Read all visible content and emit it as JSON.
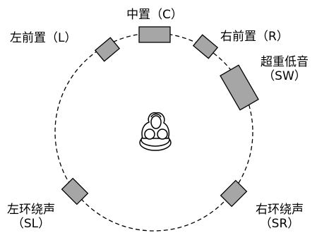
{
  "speakers": {
    "center": {
      "name": "中置",
      "code": "（C）"
    },
    "front_left": {
      "name": "左前置",
      "code": "（L）"
    },
    "front_right": {
      "name": "右前置",
      "code": "（R）"
    },
    "subwoofer": {
      "name": "超重低音",
      "code": "（SW）"
    },
    "surround_left": {
      "name": "左环绕声",
      "code": "（SL）"
    },
    "surround_right": {
      "name": "右环绕声",
      "code": "（SR）"
    }
  },
  "colors": {
    "speaker_fill": "#a6a6a6",
    "stroke": "#000000"
  },
  "icons": {
    "listener": "listener-icon"
  }
}
